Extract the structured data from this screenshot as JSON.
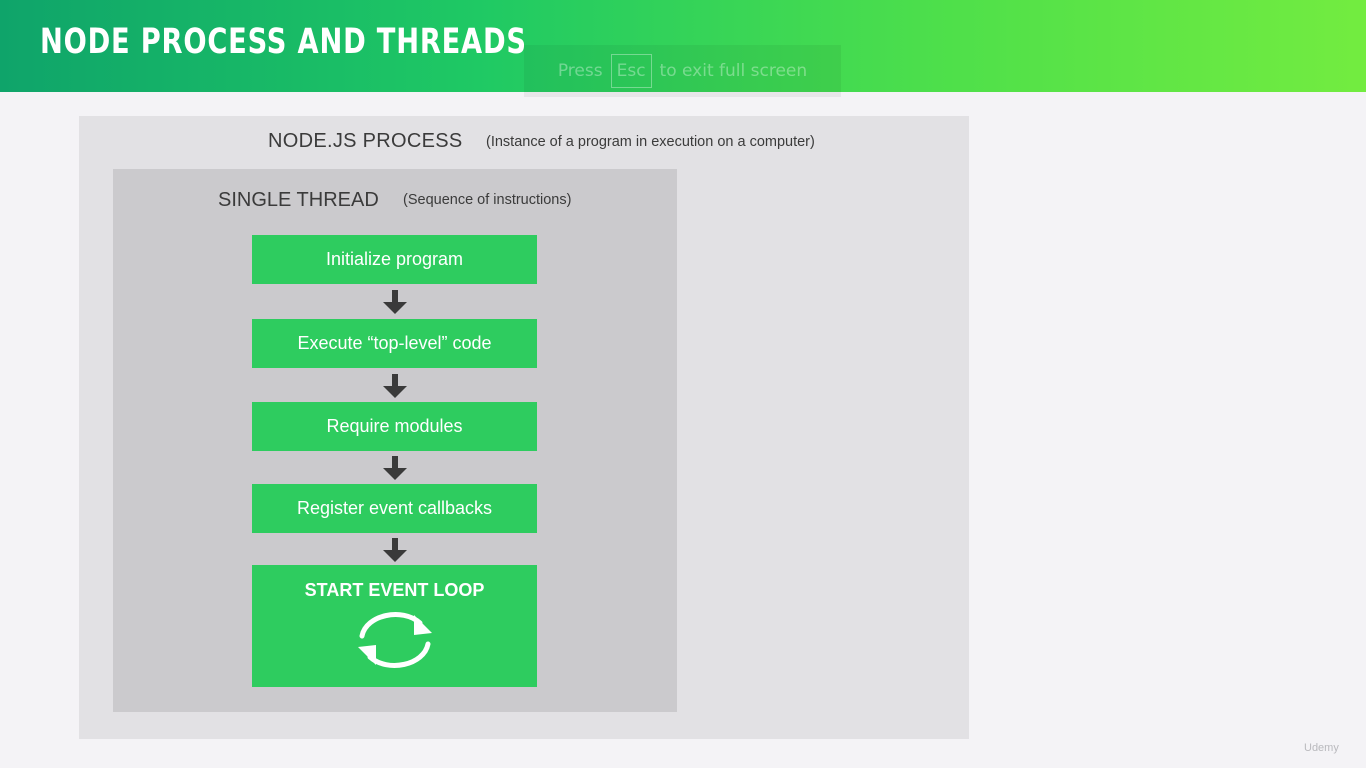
{
  "slide": {
    "title": "NODE PROCESS AND THREADS",
    "fullscreen_hint": {
      "before": "Press",
      "key": "Esc",
      "after": "to exit full screen"
    }
  },
  "process": {
    "title": "NODE.JS PROCESS",
    "note": "(Instance of a program in execution on a computer)"
  },
  "thread": {
    "title": "SINGLE THREAD",
    "note": "(Sequence of instructions)"
  },
  "steps": [
    {
      "label": "Initialize program"
    },
    {
      "label": "Execute “top-level” code"
    },
    {
      "label": "Require modules"
    },
    {
      "label": "Register event callbacks"
    }
  ],
  "event_loop": {
    "label": "START EVENT LOOP",
    "icon": "refresh-cycle-icon"
  },
  "watermark": "Udemy",
  "colors": {
    "step_green": "#2ecc5f",
    "header_start": "#0fa46a",
    "header_end": "#73ec40",
    "arrow": "#3a3a3a"
  }
}
